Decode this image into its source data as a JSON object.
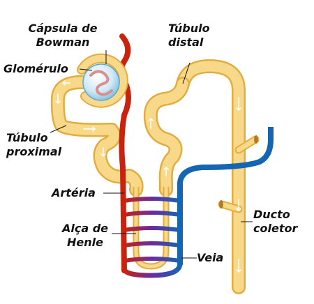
{
  "labels": {
    "capsula_line1": "Cápsula de",
    "capsula_line2": "Bowman",
    "glomerulo": "Glomérulo",
    "tubulo_proximal_line1": "Túbulo",
    "tubulo_proximal_line2": "proximal",
    "tubulo_distal_line1": "Túbulo",
    "tubulo_distal_line2": "distal",
    "arteria": "Artéria",
    "alca_line1": "Alça de",
    "alca_line2": "Henle",
    "veia": "Veia",
    "ducto_line1": "Ducto",
    "ducto_line2": "coletor"
  },
  "colors": {
    "tubule_fill": "#f8d98a",
    "tubule_edge": "#e2ad3e",
    "artery": "#c8230f",
    "vein": "#1566b2",
    "capillary_mid": "#6b2aa0",
    "glomerulus_ball": "#bfe3f4",
    "glomerulus_vessel": "#d98f8a",
    "arrow": "#ffffff",
    "text": "#111111"
  }
}
